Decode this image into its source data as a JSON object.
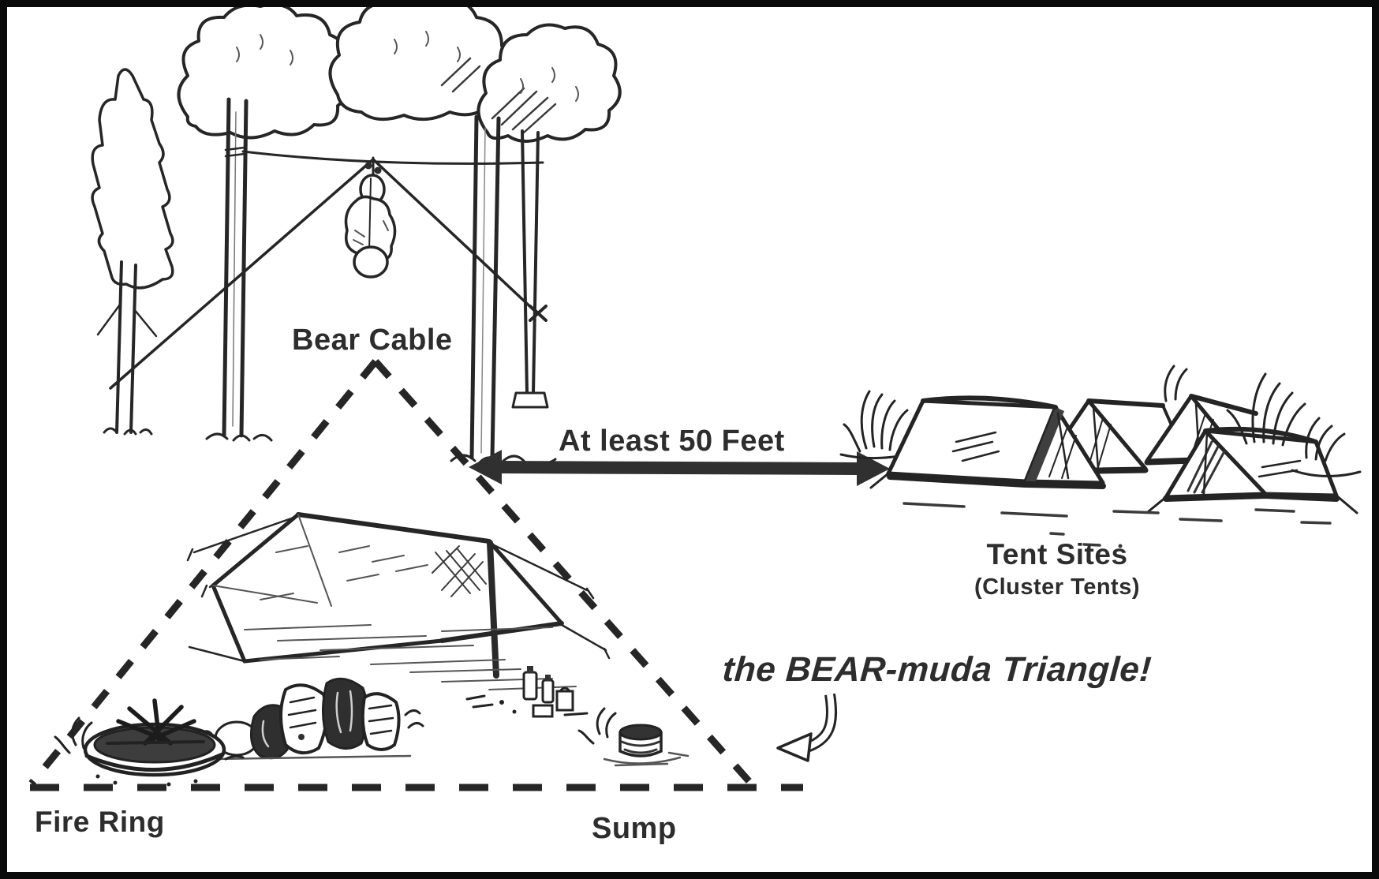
{
  "page": {
    "background": "#ffffff",
    "border_color": "#0a0a0a",
    "ink_color": "#2d2d2d"
  },
  "diagram": {
    "caption": "the BEAR-muda Triangle!",
    "vertex_labels": {
      "bear_cable": "Bear Cable",
      "fire_ring": "Fire Ring",
      "sump": "Sump"
    },
    "distance_label": "At least 50 Feet",
    "minimum_distance_feet": 50,
    "tent_sites": {
      "title": "Tent Sites",
      "subtitle": "(Cluster Tents)"
    },
    "icons": [
      "bear-bag-icon",
      "fire-ring-icon",
      "sump-icon",
      "tarp-shelter",
      "tents-cluster",
      "distance-arrow",
      "hook-arrow-icon"
    ]
  }
}
